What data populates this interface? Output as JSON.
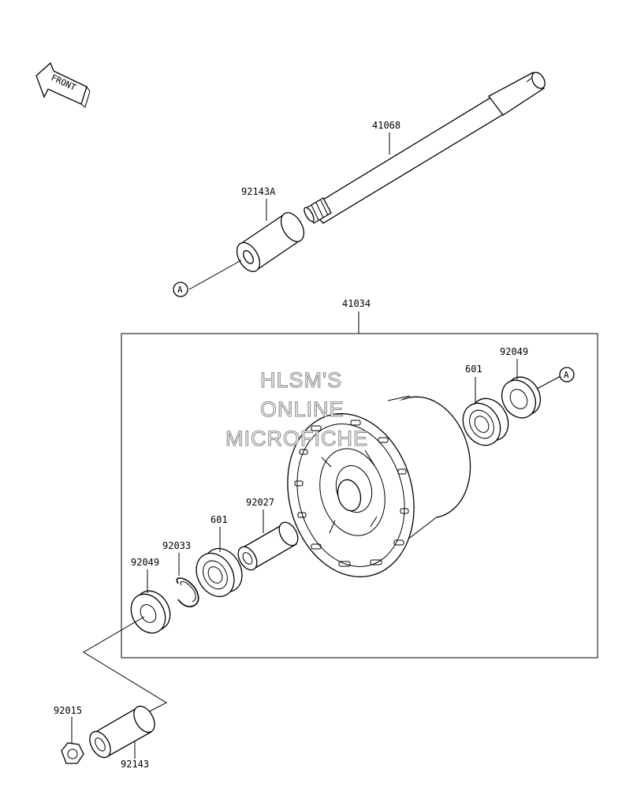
{
  "front_marker": {
    "text": "FRONT"
  },
  "ref_marker": {
    "text": "A"
  },
  "watermark": {
    "line1": "HLSM'S",
    "line2": "ONLINE",
    "line3": "MICROFICHE"
  },
  "parts": {
    "axle": "41068",
    "collar_top": "92143A",
    "hub_assembly": "41034",
    "seal_right": "92049",
    "bearing_right": "601",
    "bearing_left": "601",
    "spacer": "92027",
    "circlip": "92033",
    "seal_left": "92049",
    "nut": "92015",
    "collar_bottom": "92143"
  }
}
